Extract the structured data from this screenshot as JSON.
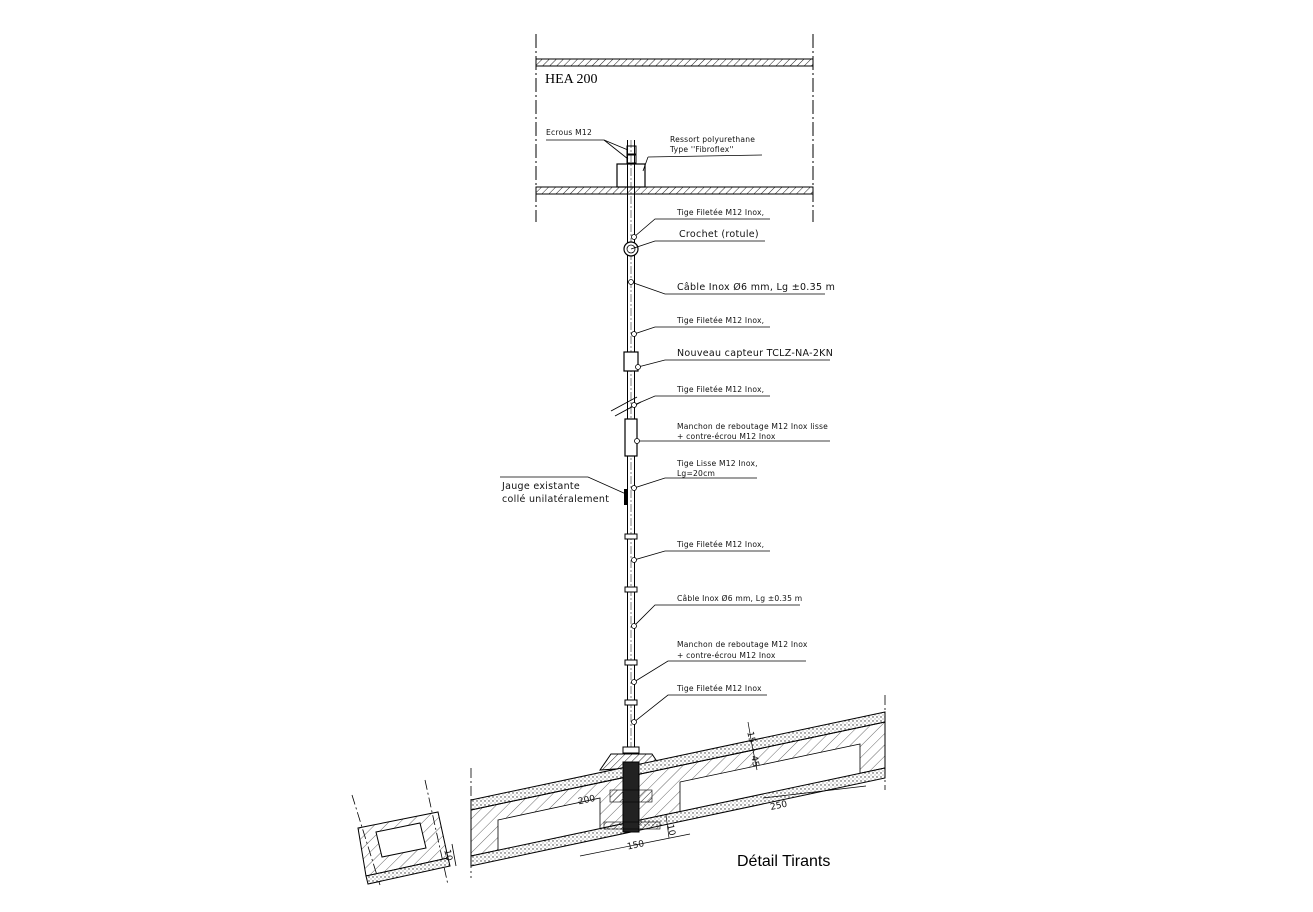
{
  "beam": {
    "label": "HEA 200"
  },
  "labels": {
    "nuts": "Ecrous M12",
    "spring_line1": "Ressort polyurethane",
    "spring_line2": "Type ''Fibroflex''",
    "rod1": "Tige Filetée M12 Inox,",
    "hook": "Crochet (rotule)",
    "cable1": "Câble Inox Ø6 mm, Lg ±0.35 m",
    "rod2": "Tige Filetée M12 Inox,",
    "sensor": "Nouveau capteur TCLZ-NA-2KN",
    "rod3": "Tige Filetée M12 Inox,",
    "sleeve1_line1": "Manchon de reboutage M12 Inox lisse",
    "sleeve1_line2": "+ contre-écrou M12 Inox",
    "smooth_line1": "Tige Lisse M12 Inox,",
    "smooth_line2": "Lg=20cm",
    "gauge_line1": "Jauge existante",
    "gauge_line2": "collé unilatéralement",
    "rod4": "Tige Filetée M12 Inox,",
    "cable2": "Câble Inox Ø6 mm, Lg ±0.35 m",
    "sleeve2_line1": "Manchon de reboutage M12 Inox",
    "sleeve2_line2": "+ contre-écrou M12 Inox",
    "rod5": "Tige Filetée M12 Inox"
  },
  "dimensions": {
    "d15": "15",
    "d45": "45",
    "d200": "200",
    "d250": "250",
    "d150": "150",
    "d10a": "10",
    "d10b": "10"
  },
  "title": "Détail Tirants"
}
